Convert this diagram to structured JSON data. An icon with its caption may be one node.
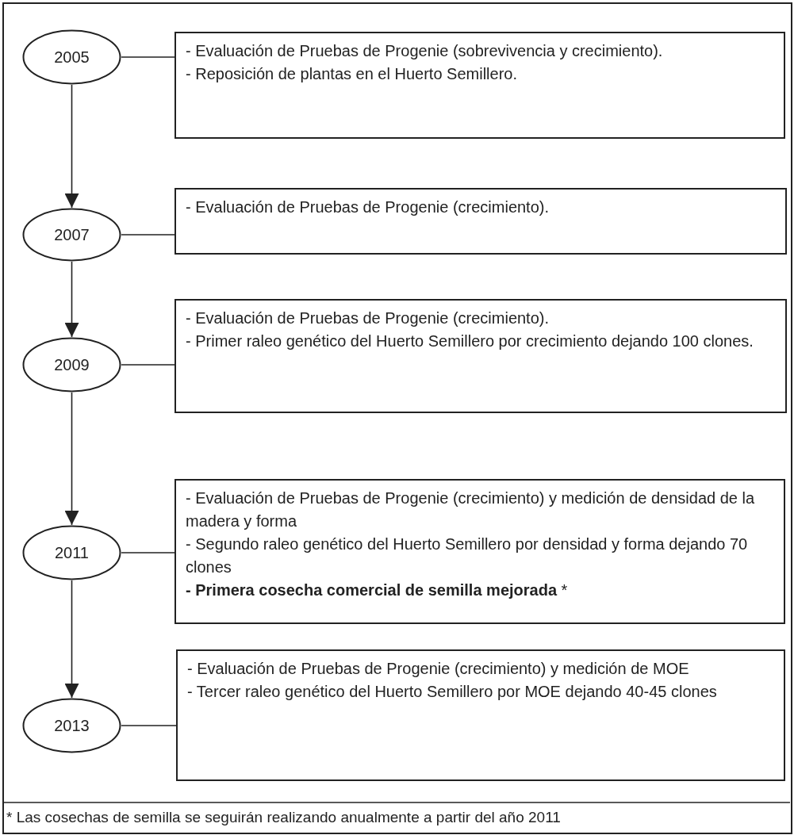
{
  "diagram": {
    "nodes": [
      {
        "text": [
          "2005"
        ]
      },
      {
        "text": [
          "- Evaluación de Pruebas de Progenie (sobrevivencia y crecimiento).",
          "- Reposición de plantas en el Huerto Semillero."
        ]
      },
      {
        "text": [
          "2007"
        ]
      },
      {
        "text": [
          "- Evaluación de Pruebas de Progenie (crecimiento)."
        ]
      },
      {
        "text": [
          "2009"
        ]
      },
      {
        "text": [
          "- Evaluación de Pruebas de Progenie (crecimiento).",
          "- Primer raleo genético del Huerto Semillero por crecimiento dejando 100 clones."
        ]
      },
      {
        "text": [
          "2011"
        ]
      },
      {
        "text": [
          "- Evaluación de Pruebas de Progenie (crecimiento) y medición de densidad de la madera y forma",
          "- Segundo raleo genético del Huerto Semillero por densidad y forma dejando 70 clones",
          "**- Primera cosecha comercial de semilla mejorada** *"
        ]
      },
      {
        "text": [
          "2013"
        ]
      },
      {
        "text": [
          "- Evaluación de Pruebas de Progenie (crecimiento) y medición de MOE",
          "- Tercer raleo genético del Huerto Semillero por MOE dejando 40-45 clones"
        ]
      }
    ],
    "edges": [
      {
        "from": 0,
        "to": 1,
        "arrow": "none"
      },
      {
        "from": 0,
        "to": 2,
        "arrow": "to"
      },
      {
        "from": 2,
        "to": 3,
        "arrow": "none"
      },
      {
        "from": 2,
        "to": 4,
        "arrow": "to"
      },
      {
        "from": 4,
        "to": 5,
        "arrow": "none"
      },
      {
        "from": 4,
        "to": 6,
        "arrow": "to"
      },
      {
        "from": 6,
        "to": 7,
        "arrow": "none"
      },
      {
        "from": 6,
        "to": 8,
        "arrow": "to"
      },
      {
        "from": 8,
        "to": 9,
        "arrow": "none"
      }
    ],
    "labels": [
      "* Las cosechas de semilla se seguirán realizando anualmente a partir del año 2011"
    ]
  }
}
